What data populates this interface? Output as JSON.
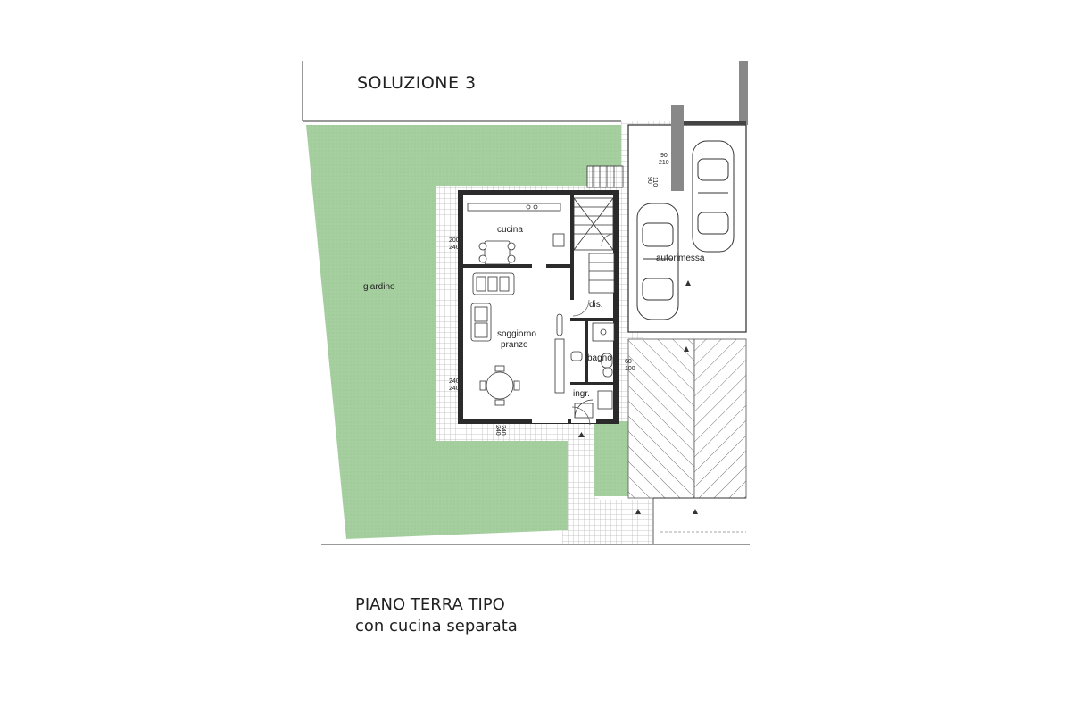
{
  "title": "SOLUZIONE 3",
  "caption": {
    "line1": "PIANO TERRA TIPO",
    "line2": "con cucina separata"
  },
  "rooms": {
    "cucina": "cucina",
    "soggiorno_1": "soggiorno",
    "soggiorno_2": "pranzo",
    "dis": "dis.",
    "bagno": "bagno",
    "ingr": "ingr.",
    "autorimessa": "autorimessa",
    "giardino": "giardino"
  },
  "dimensions": {
    "cucina_window": [
      "200",
      "240"
    ],
    "pranzo_window": [
      "240",
      "240"
    ],
    "bottom_window": [
      "240",
      "240"
    ],
    "bagno_window": [
      "60",
      "100"
    ],
    "stair_door": [
      "90",
      "110"
    ],
    "garage_door": [
      "90",
      "210"
    ]
  },
  "colors": {
    "garden": "#a6cfa0",
    "paving_line": "#b9b9b9",
    "wall": "#2b2b2b",
    "pink_outline": "#c98aa8"
  }
}
